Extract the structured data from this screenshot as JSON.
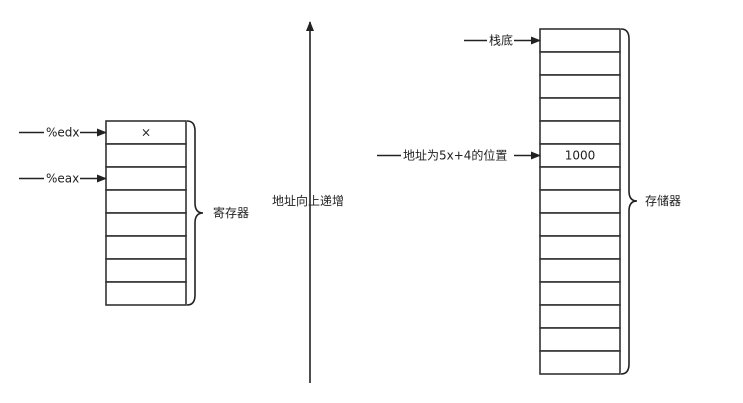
{
  "registers": {
    "label": "寄存器",
    "row_count": 8,
    "cells": [
      "×",
      "",
      "",
      "",
      "",
      "",
      "",
      ""
    ],
    "pointers": [
      {
        "label": "%edx",
        "row": 0
      },
      {
        "label": "%eax",
        "row": 2
      }
    ]
  },
  "address_axis": {
    "label": "地址向上递增"
  },
  "memory": {
    "label": "存储器",
    "row_count": 15,
    "cells": [
      "",
      "",
      "",
      "",
      "",
      "1000",
      "",
      "",
      "",
      "",
      "",
      "",
      "",
      "",
      ""
    ],
    "pointers": [
      {
        "label": "栈底",
        "row": 0
      },
      {
        "label": "地址为5x+4的位置",
        "row": 5
      }
    ]
  },
  "colors": {
    "stroke": "#333333",
    "background": "#ffffff"
  }
}
